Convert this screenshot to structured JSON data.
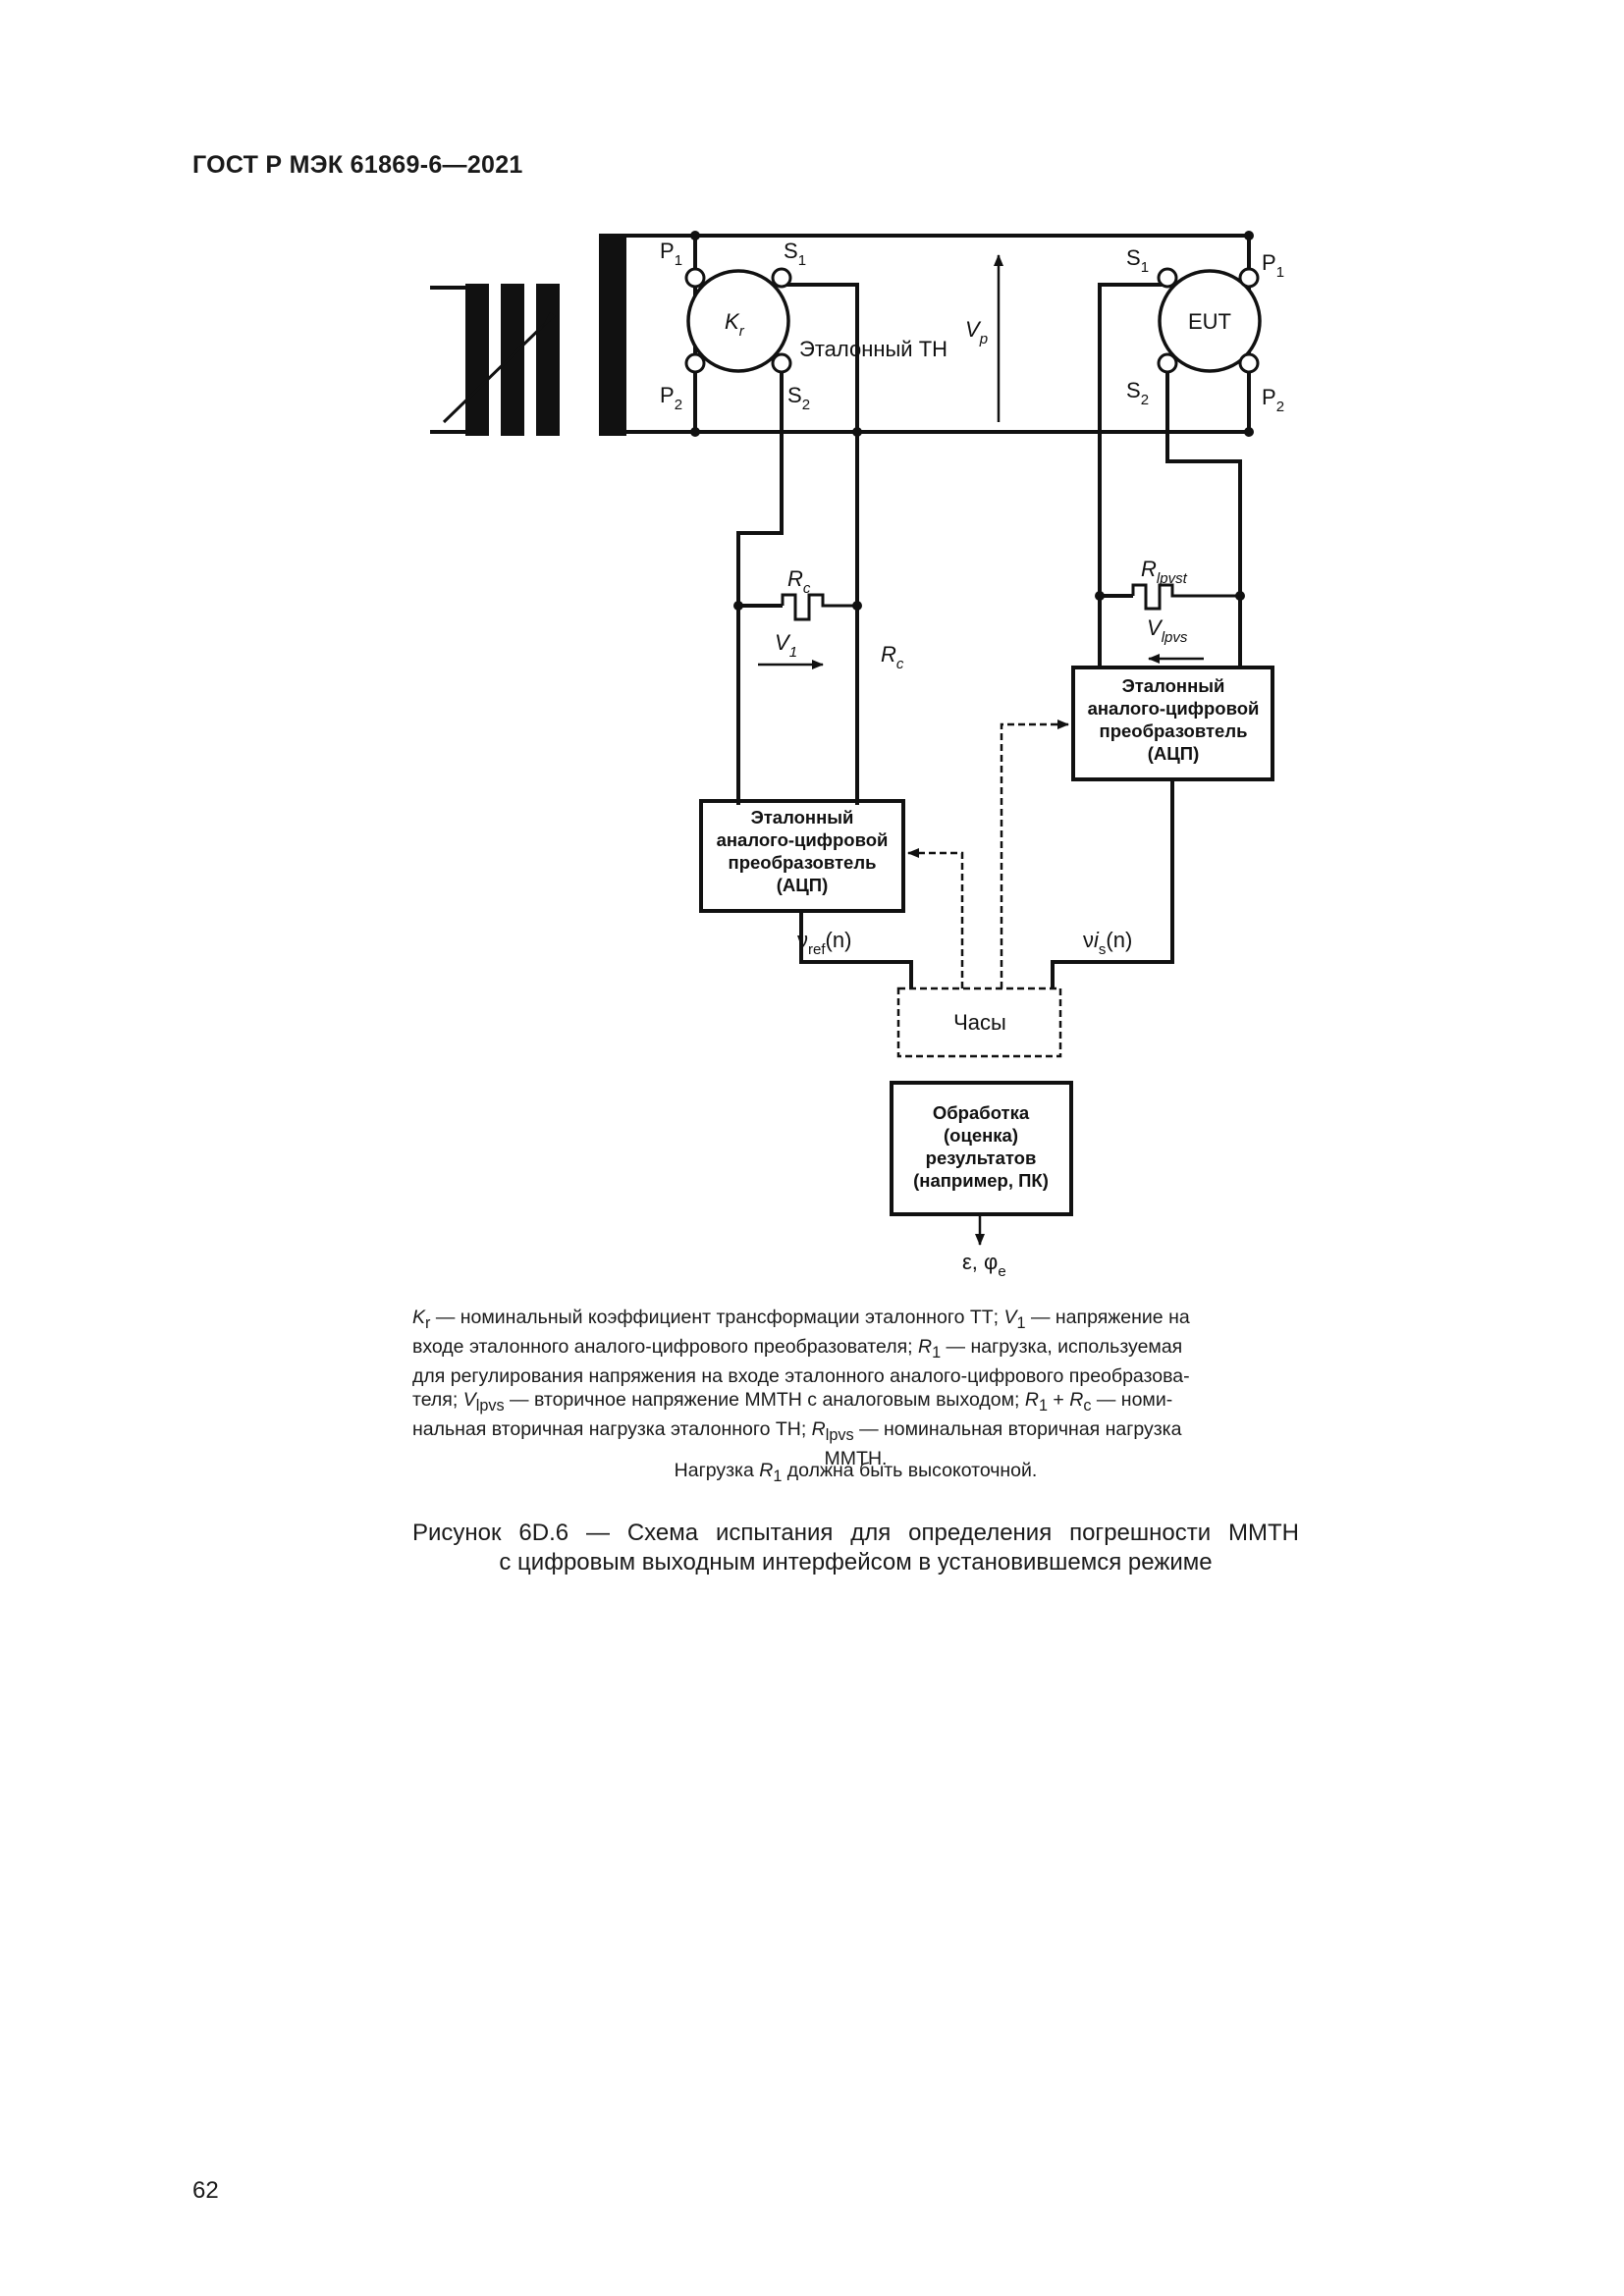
{
  "header": {
    "standard": "ГОСТ Р МЭК 61869-6—2021"
  },
  "diagram": {
    "ref_vt": {
      "label": "Эталонный ТН",
      "ratio": "K",
      "ratio_sub": "r",
      "p1": "P",
      "p2": "P",
      "s1": "S",
      "s2": "S",
      "sub1": "1",
      "sub2": "2"
    },
    "eut": {
      "label": "EUT"
    },
    "vp": {
      "v": "V",
      "sub": "p"
    },
    "rc_top": {
      "r": "R",
      "sub": "c"
    },
    "rc_side": {
      "r": "R",
      "sub": "c"
    },
    "v1": {
      "v": "V",
      "sub": "1"
    },
    "rlpvst": {
      "r": "R",
      "sub": "lpvst"
    },
    "vlpvs": {
      "v": "V",
      "sub": "lpvs"
    },
    "adc_left": {
      "lines": [
        "Эталонный",
        "аналого-цифровой",
        "преобразовтель",
        "(АЦП)"
      ]
    },
    "adc_right": {
      "lines": [
        "Эталонный",
        "аналого-цифровой",
        "преобразовтель",
        "(АЦП)"
      ]
    },
    "nu_ref": {
      "pre": "ν",
      "sub": "ref",
      "post": "(n)"
    },
    "nu_is": {
      "pre": "ν",
      "i": "i",
      "sub": "s",
      "post": "(n)"
    },
    "clock": {
      "label": "Часы"
    },
    "processing": {
      "lines": [
        "Обработка",
        "(оценка)",
        "результатов",
        "(например, ПК)"
      ]
    },
    "output": {
      "eps": "ε, φ",
      "sub": "e"
    }
  },
  "notes": {
    "lines": [
      "K<sub>r</sub> — номинальный коэффициент трансформации эталонного ТТ; V<sub>1</sub> — напряжение на",
      "входе эталонного аналого-цифрового преобразователя; R<sub>1</sub> — нагрузка, используемая",
      "для регулирования напряжения на входе эталонного аналого-цифрового преобразова-",
      "теля; V<sub>lpvs</sub> — вторичное напряжение ММТН с аналоговым выходом; R<sub>1</sub> + R<sub>c</sub> — номи-",
      "нальная вторичная нагрузка эталонного ТН; R<sub>lpvs</sub> — номинальная вторичная нагрузка",
      "ММТН."
    ],
    "requirement": "Нагрузка R1 должна быть высокоточной."
  },
  "caption": {
    "line1": "Рисунок 6D.6 — Схема испытания для определения погрешности ММТН",
    "line2": "с цифровым выходным интерфейсом в установившемся режиме"
  },
  "page_number": "62"
}
